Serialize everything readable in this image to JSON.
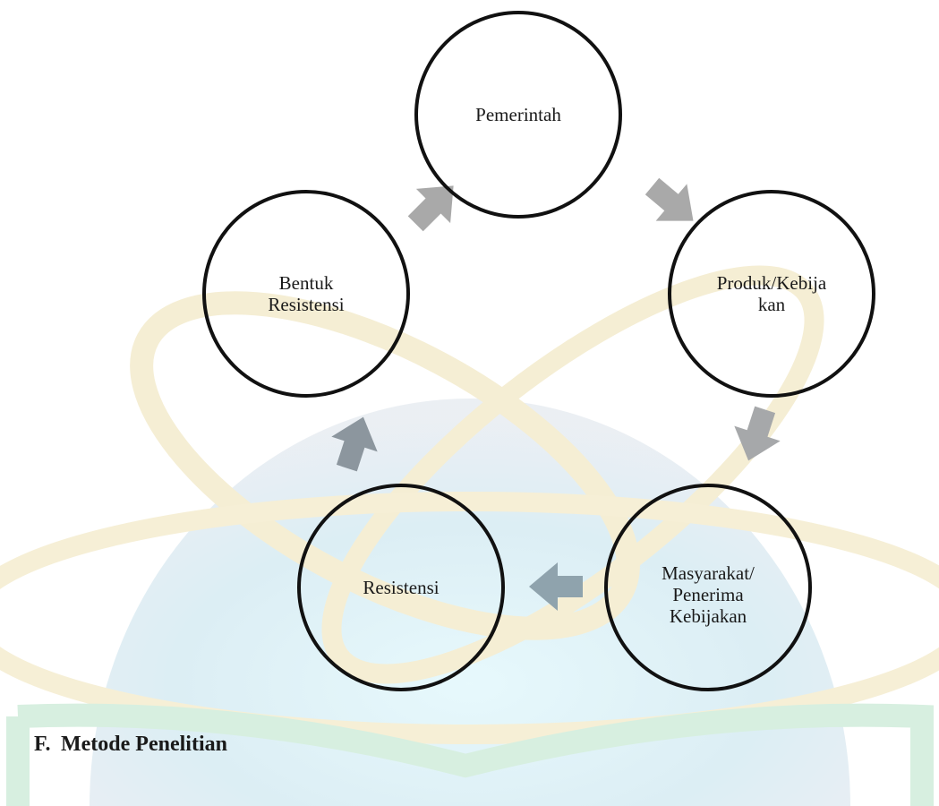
{
  "diagram": {
    "nodes": {
      "pemerintah": "Pemerintah",
      "produk": "Produk/Kebija\nkan",
      "masyarakat": "Masyarakat/\nPenerima\nKebijakan",
      "resistensi": "Resistensi",
      "bentuk": "Bentuk\nResistensi"
    },
    "edges": [
      {
        "from": "bentuk",
        "to": "pemerintah"
      },
      {
        "from": "pemerintah",
        "to": "produk"
      },
      {
        "from": "produk",
        "to": "masyarakat"
      },
      {
        "from": "masyarakat",
        "to": "resistensi"
      },
      {
        "from": "resistensi",
        "to": "bentuk"
      }
    ]
  },
  "section": {
    "number": "F.",
    "title": "Metode Penelitian"
  },
  "colors": {
    "arrow": "#a9a9a9",
    "arrow_dark": "#8fa3ad",
    "circle_stroke": "#111111",
    "watermark_blue": "#d6eef6",
    "watermark_gold": "#f4ecd0",
    "watermark_green": "#d8f0e2"
  }
}
